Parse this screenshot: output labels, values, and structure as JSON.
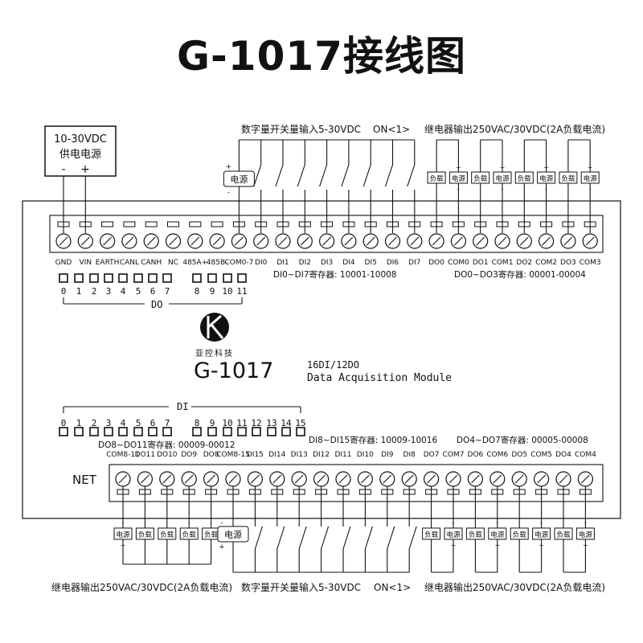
{
  "title": "G-1017接线图",
  "power_box": {
    "voltage": "10-30VDC",
    "label": "供电电源",
    "minus": "-",
    "plus": "+"
  },
  "top": {
    "di_caption": "数字量开关量输入5-30VDC",
    "di_on": "ON<1>",
    "relay_caption": "继电器输出250VAC/30VDC(2A负载电流)",
    "power_label": "电源",
    "plus": "+",
    "minus": "-",
    "load_label": "负载",
    "terminals": [
      "GND",
      "VIN",
      "EARTH",
      "CANL",
      "CANH",
      "NC",
      "485A+",
      "485B-",
      "COM0-7",
      "DI0",
      "DI1",
      "DI2",
      "DI3",
      "DI4",
      "DI5",
      "DI6",
      "DI7",
      "DO0",
      "COM0",
      "DO1",
      "COM1",
      "DO2",
      "COM2",
      "DO3",
      "COM3"
    ],
    "di_register": "DI0~DI7寄存器: 10001-10008",
    "do_register": "DO0~DO3寄存器: 00001-00004"
  },
  "do_leds": {
    "label": "DO",
    "numbers": [
      "0",
      "1",
      "2",
      "3",
      "4",
      "5",
      "6",
      "7",
      "8",
      "9",
      "10",
      "11"
    ]
  },
  "logo": {
    "company": "亚控科技"
  },
  "model": {
    "name": "G-1017",
    "spec": "16DI/12DO",
    "description": "Data Acquisition Module"
  },
  "di_leds": {
    "label": "DI",
    "numbers": [
      "0",
      "1",
      "2",
      "3",
      "4",
      "5",
      "6",
      "7",
      "8",
      "9",
      "10",
      "11",
      "12",
      "13",
      "14",
      "15"
    ]
  },
  "bottom": {
    "do8_register": "DO8~DO11寄存器: 00009-00012",
    "di8_register": "DI8~DI15寄存器: 10009-10016",
    "do4_register": "DO4~DO7寄存器: 00005-00008",
    "net_label": "NET",
    "terminals": [
      "COM8-11",
      "DO11",
      "DO10",
      "DO9",
      "DO8",
      "COM8-15",
      "DI15",
      "DI14",
      "DI13",
      "DI12",
      "DI11",
      "DI10",
      "DI9",
      "DI8",
      "DO7",
      "COM7",
      "DO6",
      "COM6",
      "DO5",
      "COM5",
      "DO4",
      "COM4"
    ],
    "relay_caption": "继电器输出250VAC/30VDC(2A负载电流)",
    "di_caption": "数字量开关量输入5-30VDC",
    "di_on": "ON<1>",
    "power_label": "电源",
    "load_label": "负载",
    "plus": "+",
    "minus": "-"
  }
}
